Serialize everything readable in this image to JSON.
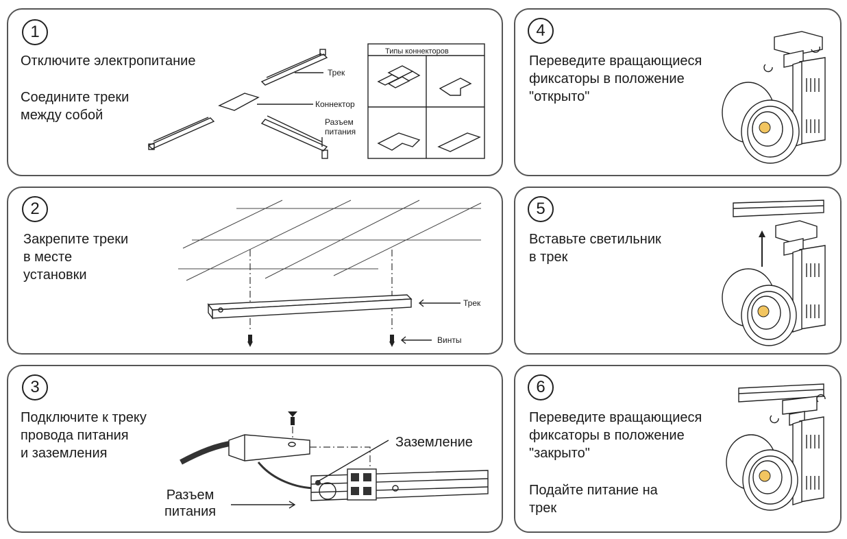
{
  "panels": {
    "p1": {
      "number": "1",
      "line1": "Отключите электропитание",
      "line2": "Соедините треки\nмежду собой",
      "connector_types_title": "Типы коннекторов",
      "label_track": "Трек",
      "label_connector": "Коннектор",
      "label_power": "Разъем\nпитания"
    },
    "p2": {
      "number": "2",
      "text": "Закрепите треки\nв месте\nустановки",
      "label_track": "Трек",
      "label_screws": "Винты"
    },
    "p3": {
      "number": "3",
      "text": "Подключите к треку\nпровода питания\nи заземления",
      "label_ground": "Заземление",
      "label_power": "Разъем\nпитания"
    },
    "p4": {
      "number": "4",
      "text": "Переведите вращающиеся\nфиксаторы в положение\n\"открыто\""
    },
    "p5": {
      "number": "5",
      "text": "Вставьте светильник\nв трек"
    },
    "p6": {
      "number": "6",
      "text": "Переведите вращающиеся\nфиксаторы в положение\n\"закрыто\"",
      "text2": "Подайте питание на\nтрек"
    }
  },
  "colors": {
    "border": "#555555",
    "led": "#f2c560",
    "ink": "#222222"
  }
}
